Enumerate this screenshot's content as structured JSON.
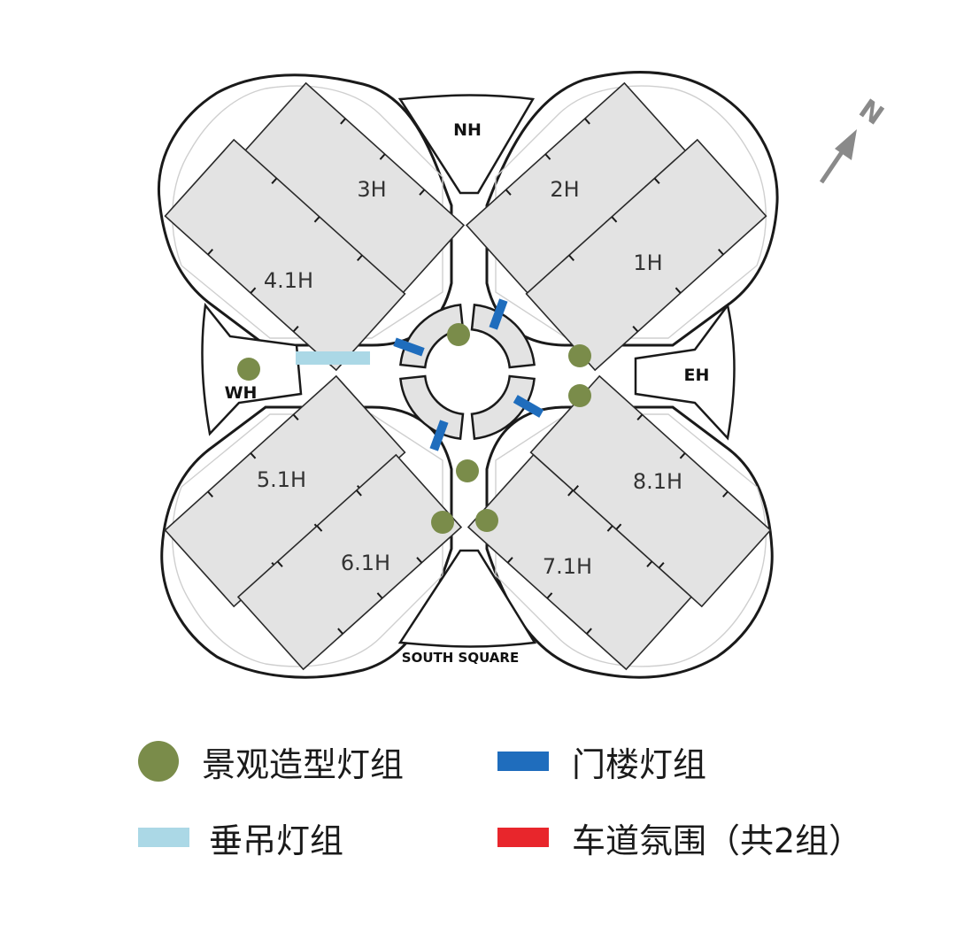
{
  "map": {
    "halls": [
      {
        "id": "3h",
        "label": "3H"
      },
      {
        "id": "2h",
        "label": "2H"
      },
      {
        "id": "4-1h",
        "label": "4.1H"
      },
      {
        "id": "1h",
        "label": "1H"
      },
      {
        "id": "5-1h",
        "label": "5.1H"
      },
      {
        "id": "8-1h",
        "label": "8.1H"
      },
      {
        "id": "6-1h",
        "label": "6.1H"
      },
      {
        "id": "7-1h",
        "label": "7.1H"
      }
    ],
    "gates": {
      "north": "NH",
      "east": "EH",
      "west": "WH",
      "south": "SOUTH SQUARE"
    },
    "compass": {
      "letter": "N",
      "icon": "north-arrow-icon"
    }
  },
  "colors": {
    "landscape": "#7a8c4a",
    "gate": "#1f6dbd",
    "pendant": "#abd8e6",
    "driveway": "#e8262c",
    "hall_fill": "#e3e3e3"
  },
  "legend": [
    {
      "id": "landscape",
      "label": "景观造型灯组",
      "shape": "circle",
      "color": "#7a8c4a"
    },
    {
      "id": "gate",
      "label": "门楼灯组",
      "shape": "bar",
      "color": "#1f6dbd"
    },
    {
      "id": "pendant",
      "label": "垂吊灯组",
      "shape": "bar",
      "color": "#abd8e6"
    },
    {
      "id": "driveway",
      "label": "车道氛围（共2组）",
      "shape": "bar",
      "color": "#e8262c"
    }
  ]
}
